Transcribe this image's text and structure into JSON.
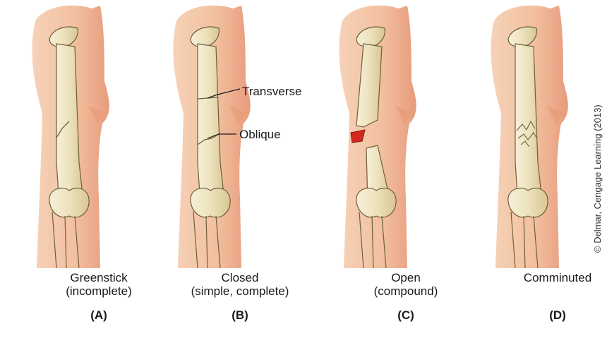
{
  "panels": [
    {
      "letter": "(A)",
      "caption": [
        "Greenstick",
        "(incomplete)"
      ]
    },
    {
      "letter": "(B)",
      "caption": [
        "Closed",
        "(simple, complete)"
      ]
    },
    {
      "letter": "(C)",
      "caption": [
        "Open",
        "(compound)"
      ]
    },
    {
      "letter": "(D)",
      "caption": [
        "Comminuted",
        ""
      ]
    }
  ],
  "callouts": {
    "transverse": "Transverse",
    "oblique": "Oblique"
  },
  "copyright": "© Delmar, Cengage Learning (2013)",
  "colors": {
    "skin": "#f3c4a4",
    "skin_shadow": "#e89a78",
    "bone": "#efe5c3",
    "bone_outline": "#6e5f3c",
    "blood": "#d22a1e"
  }
}
